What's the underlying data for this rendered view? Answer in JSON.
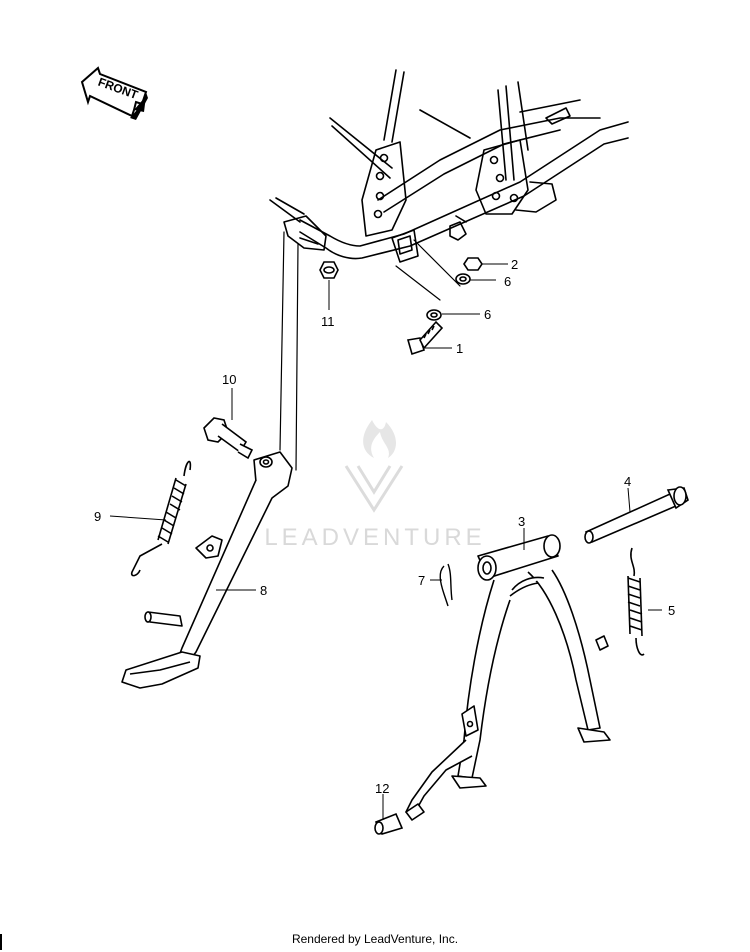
{
  "front_label": "FRONT",
  "watermark": "LEADVENTURE",
  "footer": "Rendered by LeadVenture, Inc.",
  "callouts": [
    {
      "id": "1",
      "label": "1"
    },
    {
      "id": "2",
      "label": "2"
    },
    {
      "id": "3",
      "label": "3"
    },
    {
      "id": "4",
      "label": "4"
    },
    {
      "id": "5",
      "label": "5"
    },
    {
      "id": "6a",
      "label": "6"
    },
    {
      "id": "6b",
      "label": "6"
    },
    {
      "id": "7",
      "label": "7"
    },
    {
      "id": "8",
      "label": "8"
    },
    {
      "id": "9",
      "label": "9"
    },
    {
      "id": "10",
      "label": "10"
    },
    {
      "id": "11",
      "label": "11"
    },
    {
      "id": "12",
      "label": "12"
    }
  ]
}
